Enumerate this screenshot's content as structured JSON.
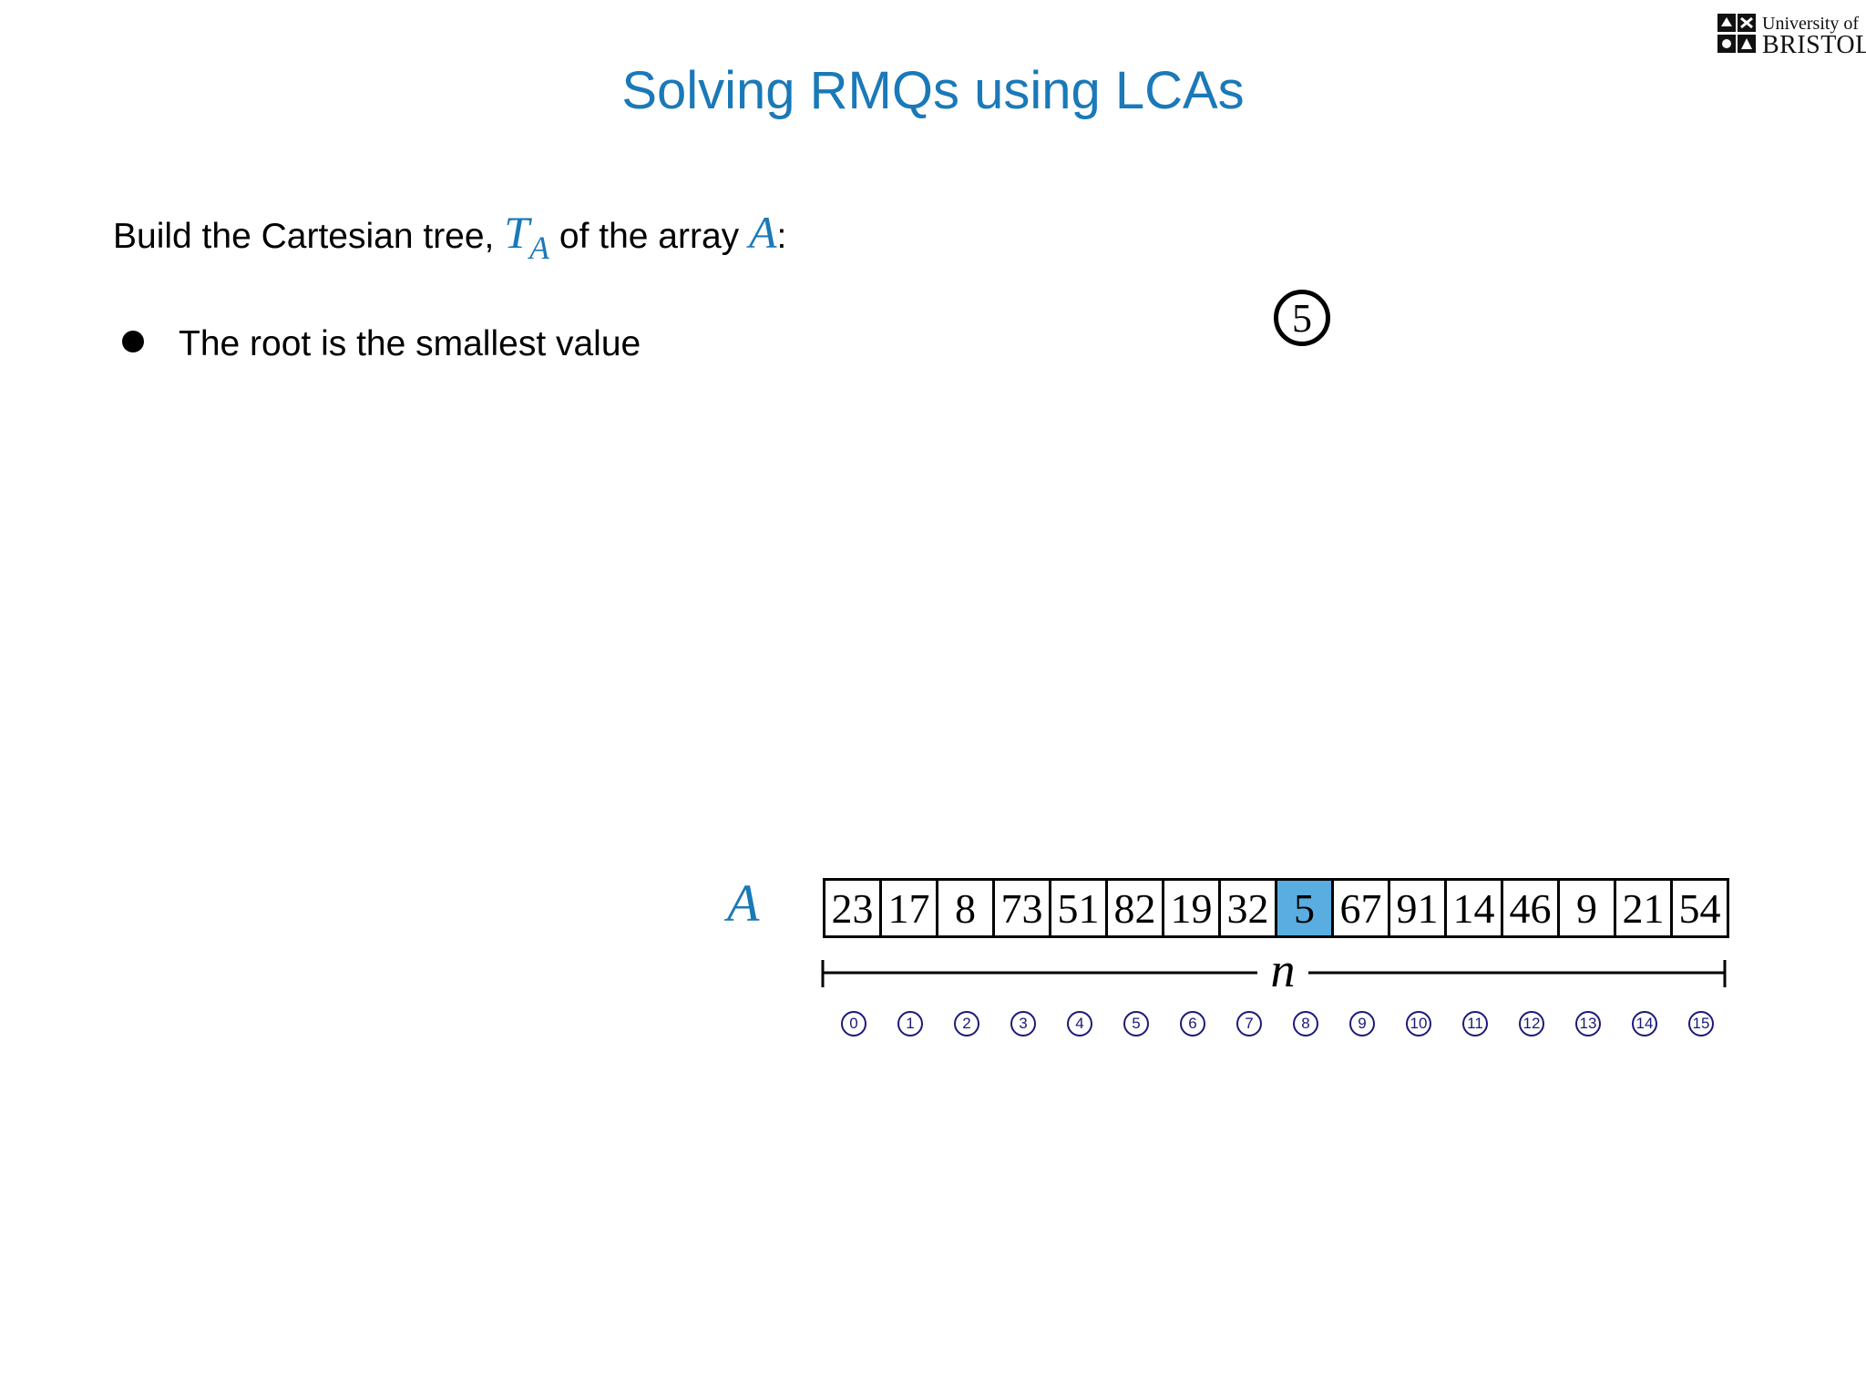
{
  "logo": {
    "line1": "University of",
    "line2": "BRISTOL"
  },
  "title": "Solving RMQs using LCAs",
  "intro": {
    "text_before": "Build the Cartesian tree, ",
    "tree_symbol": "T",
    "tree_subscript": "A",
    "text_middle": " of the array ",
    "array_symbol": "A",
    "text_after": ":"
  },
  "bullets": [
    "The root is the smallest value"
  ],
  "tree": {
    "root_value": "5"
  },
  "array": {
    "name": "A",
    "values": [
      "23",
      "17",
      "8",
      "73",
      "51",
      "82",
      "19",
      "32",
      "5",
      "67",
      "91",
      "14",
      "46",
      "9",
      "21",
      "54"
    ],
    "highlight_index": 8,
    "highlight_color": "#5aade0",
    "length_label": "n",
    "indices": [
      "0",
      "1",
      "2",
      "3",
      "4",
      "5",
      "6",
      "7",
      "8",
      "9",
      "10",
      "11",
      "12",
      "13",
      "14",
      "15"
    ]
  },
  "colors": {
    "accent": "#1a79b8",
    "index_circle": "#1a1a7a"
  }
}
